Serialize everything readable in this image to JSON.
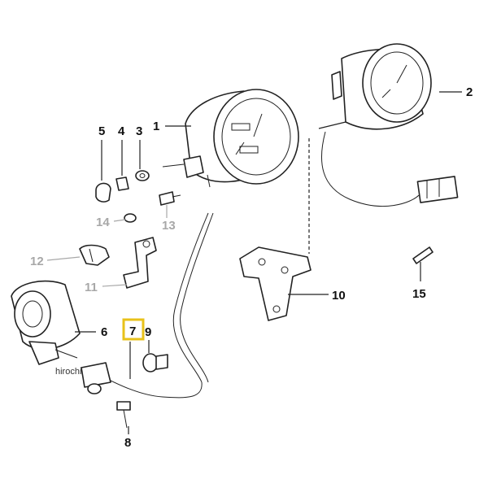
{
  "labels": {
    "p1": "1",
    "p2": "2",
    "p3": "3",
    "p4": "4",
    "p5": "5",
    "p6": "6",
    "p7": "7",
    "p8": "8",
    "p9": "9",
    "p10": "10",
    "p11": "11",
    "p12": "12",
    "p13": "13",
    "p14": "14",
    "p15": "15"
  },
  "highlighted_part": "7",
  "watermark": "hirochi",
  "colors": {
    "line": "#222222",
    "inactive_label": "#a8a8a8",
    "highlight": "#e8c21a"
  }
}
